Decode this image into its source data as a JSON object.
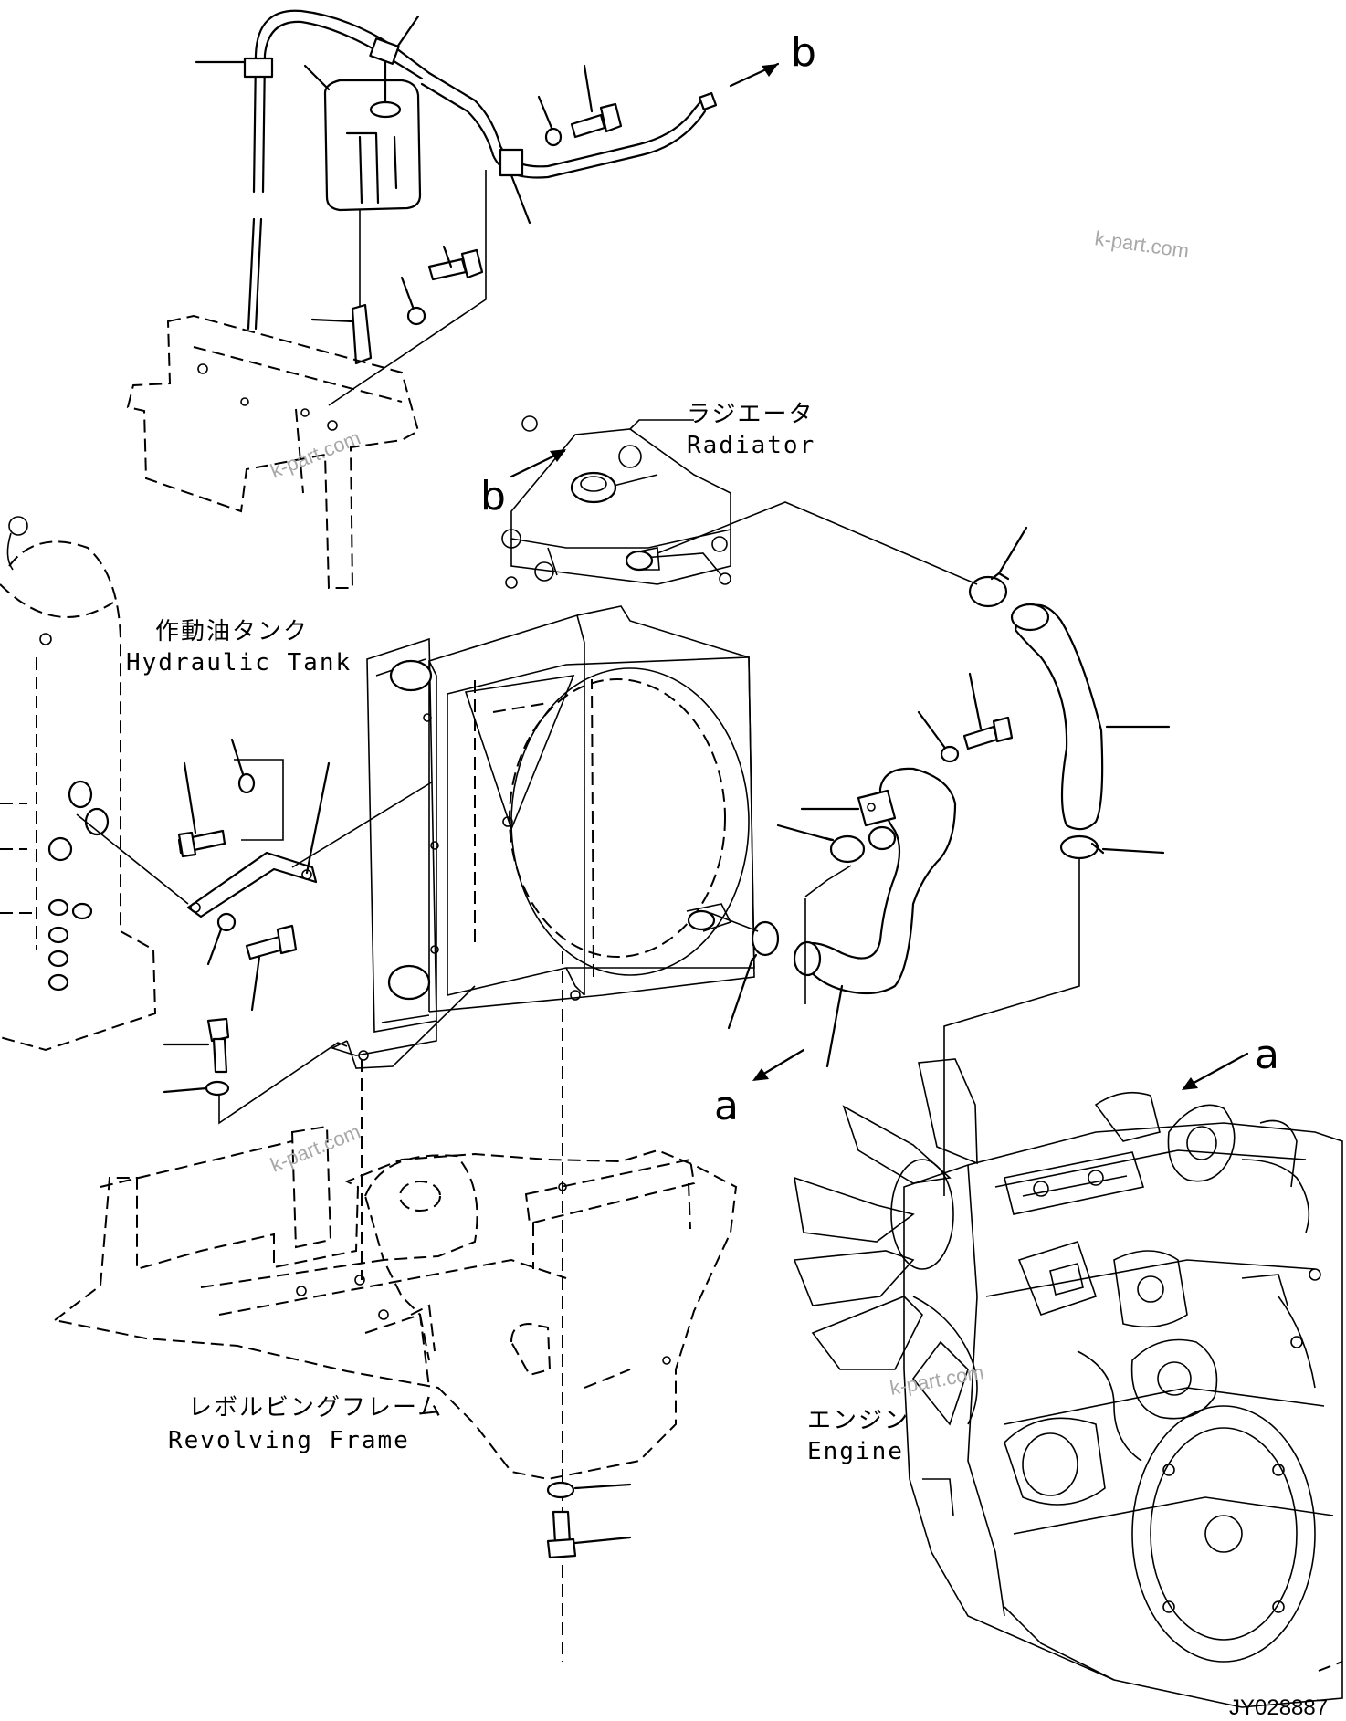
{
  "labels": {
    "radiator_jp": "ラジエータ",
    "radiator_en": "Radiator",
    "hydraulic_tank_jp": "作動油タンク",
    "hydraulic_tank_en": "Hydraulic Tank",
    "revolving_frame_jp": "レボルビングフレーム",
    "revolving_frame_en": "Revolving Frame",
    "engine_jp": "エンジン",
    "engine_en": "Engine"
  },
  "callouts": {
    "a": "a",
    "b": "b"
  },
  "watermark": "k-part.com",
  "drawing_code": "JY028887",
  "icons": {
    "flow_arrow": "arrow-icon"
  }
}
